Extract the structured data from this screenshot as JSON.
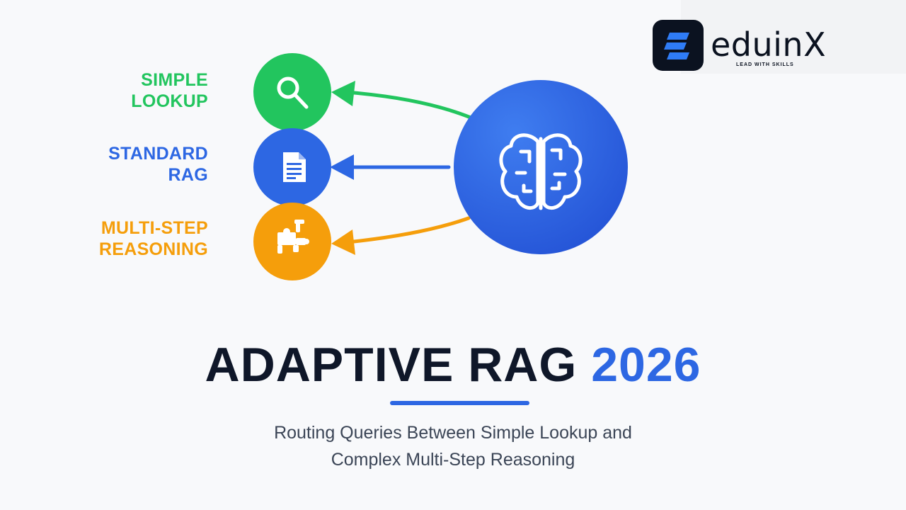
{
  "routes": [
    {
      "id": "simple",
      "line1": "SIMPLE",
      "line2": "LOOKUP",
      "color": "#22c55e",
      "icon": "magnifier-icon"
    },
    {
      "id": "standard",
      "line1": "STANDARD",
      "line2": "RAG",
      "color": "#2d67e3",
      "icon": "document-icon"
    },
    {
      "id": "multi",
      "line1": "MULTI-STEP",
      "line2": "REASONING",
      "color": "#f59e0b",
      "icon": "puzzle-icon"
    }
  ],
  "router": {
    "icon": "brain-icon",
    "color": "#2f66e6"
  },
  "logo": {
    "wordmark": "eduinX",
    "tagline": "LEAD WITH SKILLS",
    "icon": "stacked-bars-logo-icon",
    "accent": "#2f7cf6"
  },
  "title": {
    "main": "ADAPTIVE RAG",
    "accent": "2026"
  },
  "subtitle": {
    "line1": "Routing Queries Between Simple Lookup and",
    "line2": "Complex Multi-Step Reasoning"
  }
}
